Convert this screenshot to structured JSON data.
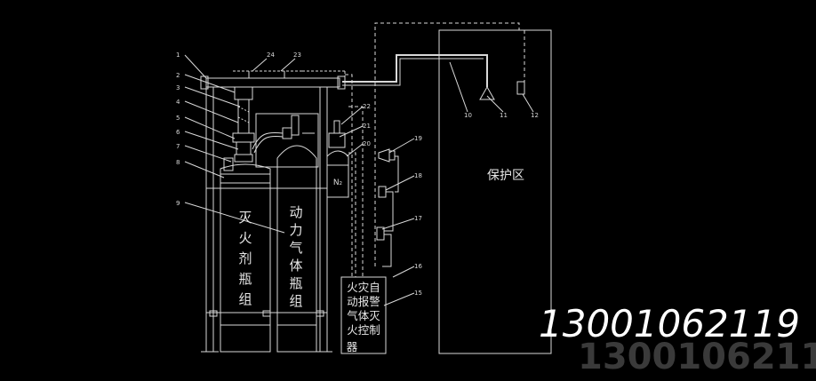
{
  "callouts_left": [
    "1",
    "2",
    "3",
    "4",
    "5",
    "6",
    "7",
    "8",
    "9"
  ],
  "callouts_top": [
    "24",
    "23"
  ],
  "callouts_mid": [
    "22",
    "21",
    "20"
  ],
  "callouts_right_col": [
    "19",
    "18",
    "17",
    "16",
    "15"
  ],
  "callouts_room": [
    "10",
    "11",
    "12"
  ],
  "agent_cylinder_label": [
    "灭",
    "火",
    "剂",
    "瓶",
    "组"
  ],
  "power_cylinder_label": [
    "动",
    "力",
    "气",
    "体",
    "瓶",
    "组"
  ],
  "small_cylinder_label": "N₂",
  "controller_label": [
    "火灾自",
    "动报警",
    "气体灭",
    "火控制",
    "器"
  ],
  "protected_zone_label": "保护区",
  "watermark_text": "13001062119",
  "colors": {
    "background": "#000000",
    "line": "#d9d9d9",
    "text": "#e6e6e6",
    "watermark_shadow": "#3a3a3a"
  }
}
